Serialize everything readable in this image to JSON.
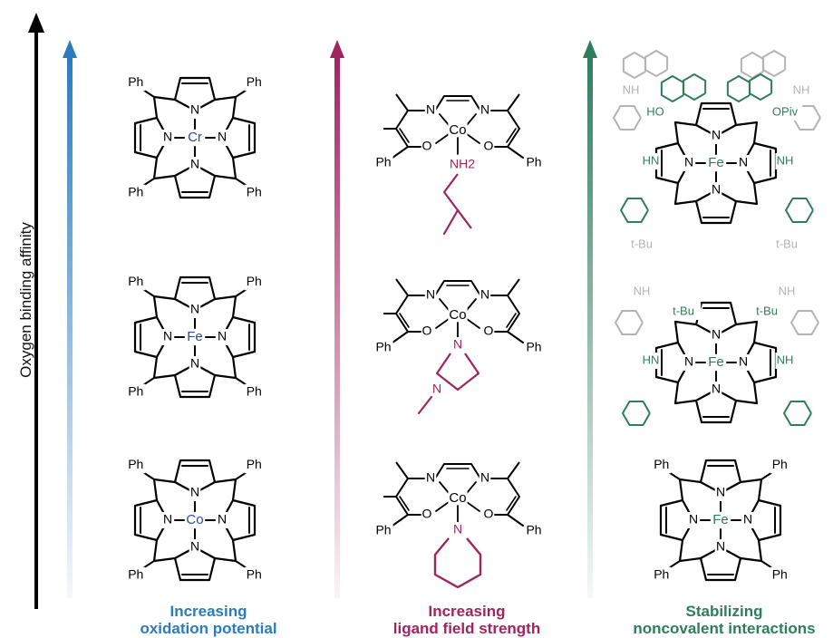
{
  "axis": {
    "label": "Oxygen binding affinity"
  },
  "colors": {
    "blue": "#2b7bbd",
    "magenta": "#a0245e",
    "green": "#2f7d5b",
    "gray": "#b3b3b3",
    "metal_blue": "#2a4c9c"
  },
  "columns": [
    {
      "id": "oxidation",
      "line1": "Increasing",
      "line2": "oxidation potential",
      "structures": [
        {
          "metal": "Cr",
          "substituent": "Ph"
        },
        {
          "metal": "Fe",
          "substituent": "Ph"
        },
        {
          "metal": "Co",
          "substituent": "Ph"
        }
      ]
    },
    {
      "id": "ligand",
      "line1": "Increasing",
      "line2": "ligand field strength",
      "structures": [
        {
          "metal": "Co",
          "axial": "NH2",
          "ring_o": "O",
          "ring_n": "N",
          "substituent": "Ph"
        },
        {
          "metal": "Co",
          "axial": "N",
          "ring_o": "O",
          "ring_n": "N",
          "substituent": "Ph"
        },
        {
          "metal": "Co",
          "axial": "N",
          "ring_o": "O",
          "ring_n": "N",
          "substituent": "Ph"
        }
      ]
    },
    {
      "id": "noncovalent",
      "line1": "Stabilizing",
      "line2": "noncovalent interactions",
      "structures": [
        {
          "metal": "Fe",
          "labels": [
            "HO",
            "OPiv",
            "NH",
            "NH",
            "HN",
            "NH"
          ]
        },
        {
          "metal": "Fe",
          "labels": [
            "t-Bu",
            "t-Bu",
            "t-Bu",
            "t-Bu",
            "NH",
            "NH",
            "HN",
            "NH"
          ]
        },
        {
          "metal": "Fe",
          "substituent": "Ph"
        }
      ]
    }
  ],
  "ring_n": "N"
}
